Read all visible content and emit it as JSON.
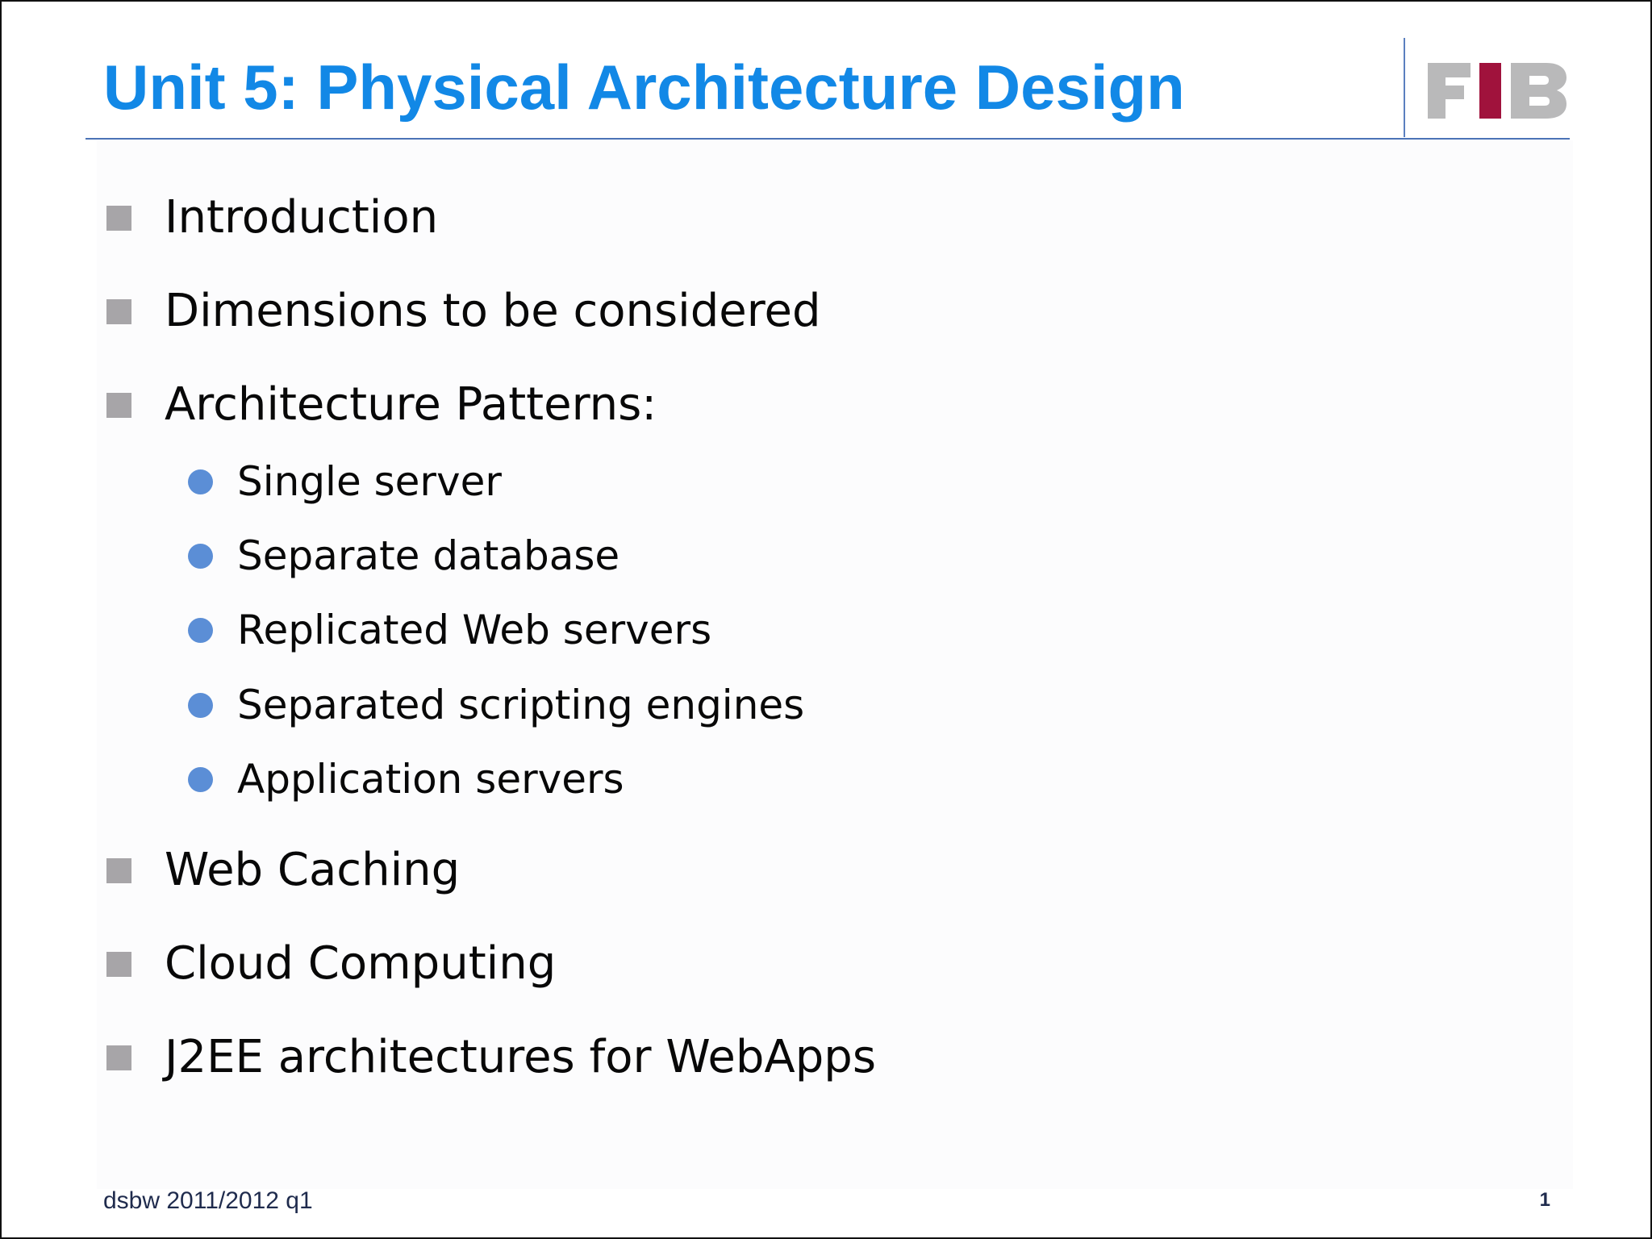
{
  "slide": {
    "title": "Unit 5: Physical Architecture Design",
    "logo": {
      "text": "FIB",
      "primary_color": "#b9b9ba",
      "accent_color": "#a0123c"
    },
    "bullets": [
      {
        "level": 1,
        "text": "Introduction",
        "bullet": "square"
      },
      {
        "level": 1,
        "text": "Dimensions to be considered",
        "bullet": "square"
      },
      {
        "level": 1,
        "text": "Architecture Patterns:",
        "bullet": "square"
      },
      {
        "level": 2,
        "text": "Single server",
        "bullet": "dot"
      },
      {
        "level": 2,
        "text": "Separate database",
        "bullet": "dot"
      },
      {
        "level": 2,
        "text": "Replicated Web servers",
        "bullet": "dot"
      },
      {
        "level": 2,
        "text": "Separated scripting engines",
        "bullet": "dot"
      },
      {
        "level": 2,
        "text": "Application servers",
        "bullet": "dot"
      },
      {
        "level": 1,
        "text": "Web Caching",
        "bullet": "square"
      },
      {
        "level": 1,
        "text": "Cloud Computing",
        "bullet": "square"
      },
      {
        "level": 1,
        "text": "J2EE architectures for WebApps",
        "bullet": "square"
      }
    ],
    "footer": {
      "left": "dsbw  2011/2012 q1",
      "page_number": "1"
    },
    "colors": {
      "title": "#1288e6",
      "rule": "#4b73b6",
      "level1_bullet": "#a7a5a8",
      "level2_bullet": "#5b8ed6",
      "body_text": "#080808",
      "footer_text": "#1f2b4d"
    }
  }
}
